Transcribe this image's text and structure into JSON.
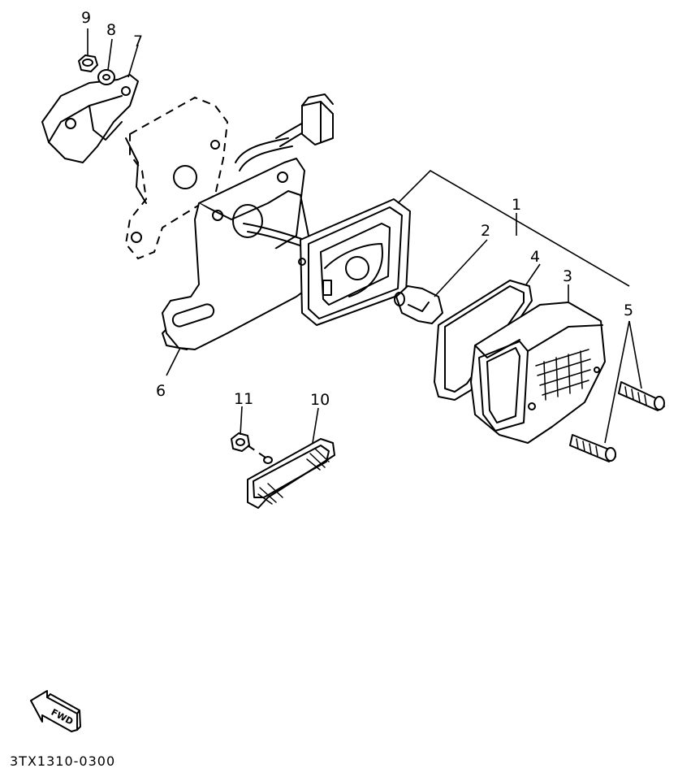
{
  "callouts": {
    "c1": "1",
    "c2": "2",
    "c3": "3",
    "c4": "4",
    "c5": "5",
    "c6": "6",
    "c7": "7",
    "c8": "8",
    "c9": "9",
    "c10": "10",
    "c11": "11"
  },
  "direction_label": "FWD",
  "part_code": "3TX1310-0300",
  "icons": {
    "direction_arrow": "fwd-arrow-icon"
  }
}
